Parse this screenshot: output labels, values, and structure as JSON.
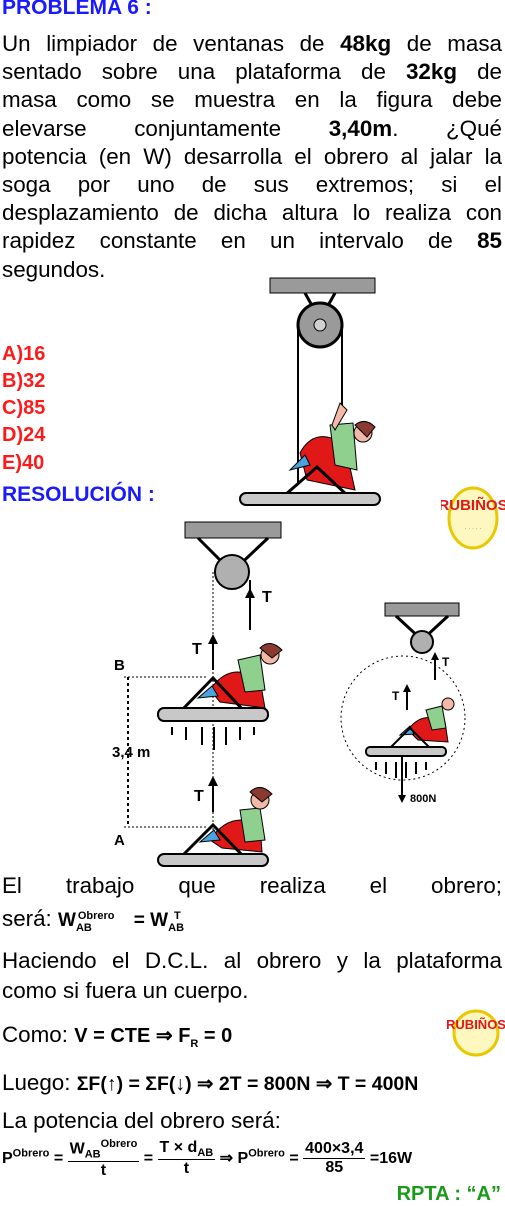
{
  "title": "PROBLEMA 6 :",
  "problem": {
    "line1_a": "Un limpiador de ventanas de ",
    "m1": "48kg",
    "line1_b": " de masa",
    "line2_a": "sentado sobre una plataforma de ",
    "m2": "32kg",
    "line2_b": " de",
    "line3": "masa como se muestra en la figura debe",
    "line4_a": "elevarse conjuntamente ",
    "h": "3,40m",
    "line4_b": ". ¿Qué",
    "line5": "potencia (en W) desarrolla el obrero al jalar la",
    "line6": "soga por uno de sus extremos; si el",
    "line7": "desplazamiento de dicha altura lo realiza con",
    "line8_a": "rapidez constante en un intervalo de ",
    "t": "85",
    "line9": "segundos."
  },
  "options": [
    "A)16",
    "B)32",
    "C)85",
    "D)24",
    "E)40"
  ],
  "resolution_title": "RESOLUCIÓN :",
  "logo_text": "RUBIÑOS",
  "diagram": {
    "label_T": "T",
    "label_B": "B",
    "label_A": "A",
    "label_height": "3,4 m",
    "label_weight": "800N"
  },
  "solution": {
    "s1": "El trabajo que realiza el obrero;",
    "s2_a": "será:",
    "s2_eq_a": "W",
    "s2_sub": "AB",
    "s2_sup": "Obrero",
    "s2_eq_b": " = W",
    "s2_sub2": "AB",
    "s2_sup2": "T",
    "s3": "Haciendo el D.C.L. al obrero y la plataforma",
    "s4": "como si fuera un cuerpo.",
    "s5_a": "Como:",
    "s5_eq": "V = CTE ⇒ F",
    "s5_sub": "R",
    "s5_eq_b": " = 0",
    "s6_a": "Luego:",
    "s6_eq": "ΣF(↑) = ΣF(↓) ⇒ 2T = 800N ⇒ T = 400N",
    "s7": "La potencia del obrero será:",
    "p_lhs": "P",
    "p_sup": "Obrero",
    "p_frac1_num": "W",
    "p_frac1_den": "t",
    "p_frac2_num": "T × d",
    "p_frac2_sub": "AB",
    "p_frac2_den": "t",
    "p_arrow": "⇒ P",
    "p_frac3_num": "400×3,4",
    "p_frac3_den": "85",
    "p_result": "=16W"
  },
  "rpta": "RPTA : “A”"
}
